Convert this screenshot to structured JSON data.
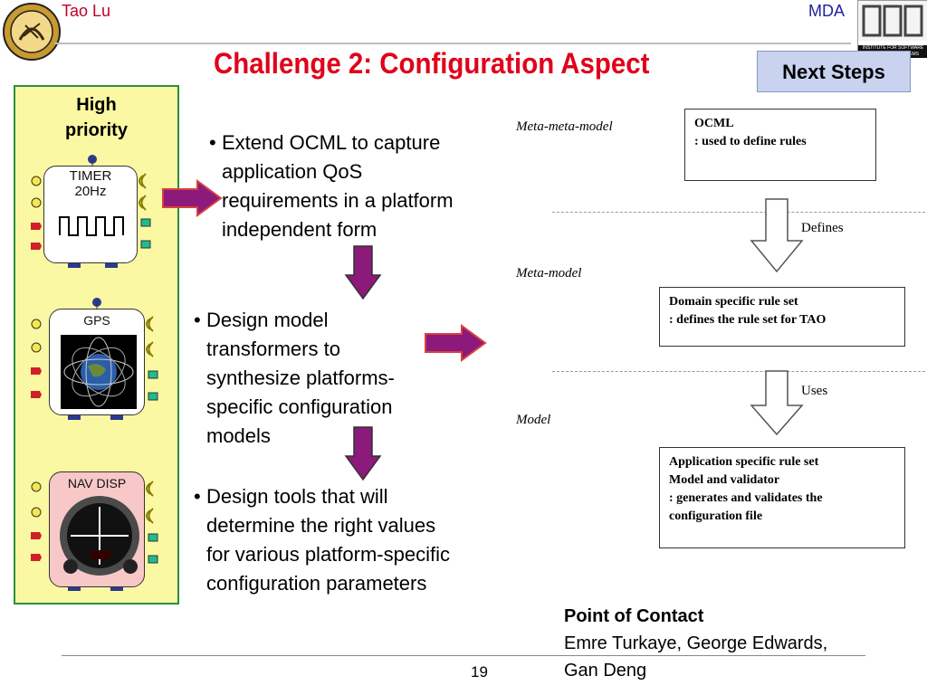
{
  "header": {
    "left_text": "Tao Lu",
    "right_text": "MDA",
    "logo_right_text": "INSTITUTE FOR SOFTWARE INTEGRATED SYSTEMS"
  },
  "title": "Challenge 2: Configuration Aspect",
  "next_steps_label": "Next Steps",
  "panel": {
    "priority_line1": "High",
    "priority_line2": "priority",
    "components": [
      {
        "label_line1": "TIMER",
        "label_line2": "20Hz"
      },
      {
        "label_line1": "GPS",
        "label_line2": ""
      },
      {
        "label_line1": "NAV DISP",
        "label_line2": ""
      }
    ]
  },
  "bullets": [
    {
      "lines": [
        "Extend OCML to capture",
        "application QoS",
        "requirements in a platform",
        "independent form"
      ]
    },
    {
      "lines": [
        "Design model",
        "transformers to",
        "synthesize platforms-",
        "specific configuration",
        "models"
      ]
    },
    {
      "lines": [
        "Design tools that will",
        "determine the right values",
        "for various platform-specific",
        "configuration parameters"
      ]
    }
  ],
  "diagram": {
    "level_labels": [
      "Meta-meta-model",
      "Meta-model",
      "Model"
    ],
    "arrow_labels": [
      "Defines",
      "Uses"
    ],
    "boxes": [
      {
        "lines": [
          "OCML",
          ": used to define rules"
        ]
      },
      {
        "lines": [
          "Domain specific rule set",
          ": defines the rule set for TAO"
        ]
      },
      {
        "lines": [
          "Application specific rule set",
          "Model and validator",
          ": generates and validates the",
          "configuration file"
        ]
      }
    ]
  },
  "contact": {
    "heading": "Point of Contact",
    "line1": "Emre Turkaye, George Edwards,",
    "line2": "Gan Deng"
  },
  "page_number": "19"
}
